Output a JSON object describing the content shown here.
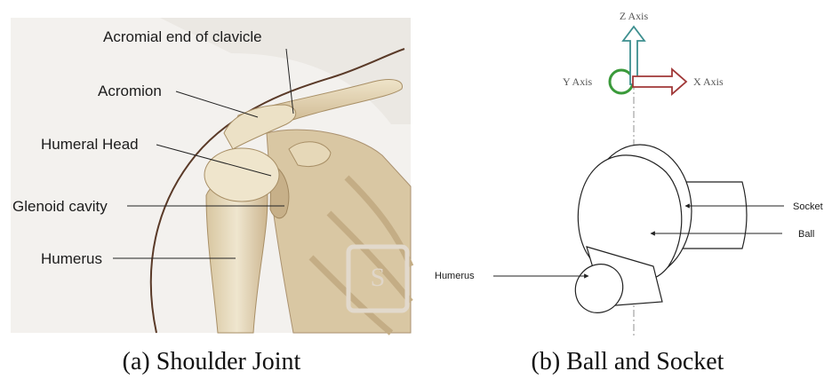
{
  "panel_a": {
    "labels": {
      "acromial_end": "Acromial end of clavicle",
      "acromion": "Acromion",
      "humeral_head": "Humeral Head",
      "glenoid_cavity": "Glenoid cavity",
      "humerus": "Humerus"
    },
    "caption": "(a) Shoulder Joint"
  },
  "panel_b": {
    "axes": {
      "z": "Z Axis",
      "y": "Y Axis",
      "x": "X Axis"
    },
    "labels": {
      "socket": "Socket",
      "ball": "Ball",
      "humerus": "Humerus"
    },
    "caption": "(b) Ball and Socket"
  },
  "colors": {
    "bone": "#e8dcc0",
    "bone_shadow": "#c9b48d",
    "z_axis": "#3d8f8f",
    "x_axis": "#a03838",
    "y_axis": "#3a9a3a"
  }
}
